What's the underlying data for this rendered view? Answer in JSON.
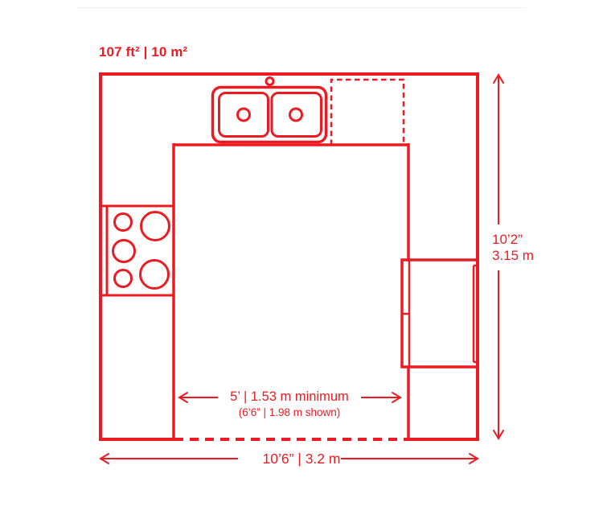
{
  "accent_color": "#EC1B23",
  "background_color": "#FFFFFF",
  "plan": {
    "area_label": "107 ft² | 10 m²",
    "dimensions": {
      "height_imperial": "10’2”",
      "height_metric": "3.15 m",
      "width_combined": "10’6” | 3.2 m",
      "clearance_minimum": "5’ | 1.53 m minimum",
      "clearance_shown": "(6’6” | 1.98 m shown)"
    },
    "fixtures": {
      "sink": "double-basin-sink",
      "faucet": "faucet",
      "dishwasher": "dishwasher-dashed-outline",
      "cooktop": "five-burner-cooktop",
      "refrigerator": "refrigerator"
    }
  }
}
